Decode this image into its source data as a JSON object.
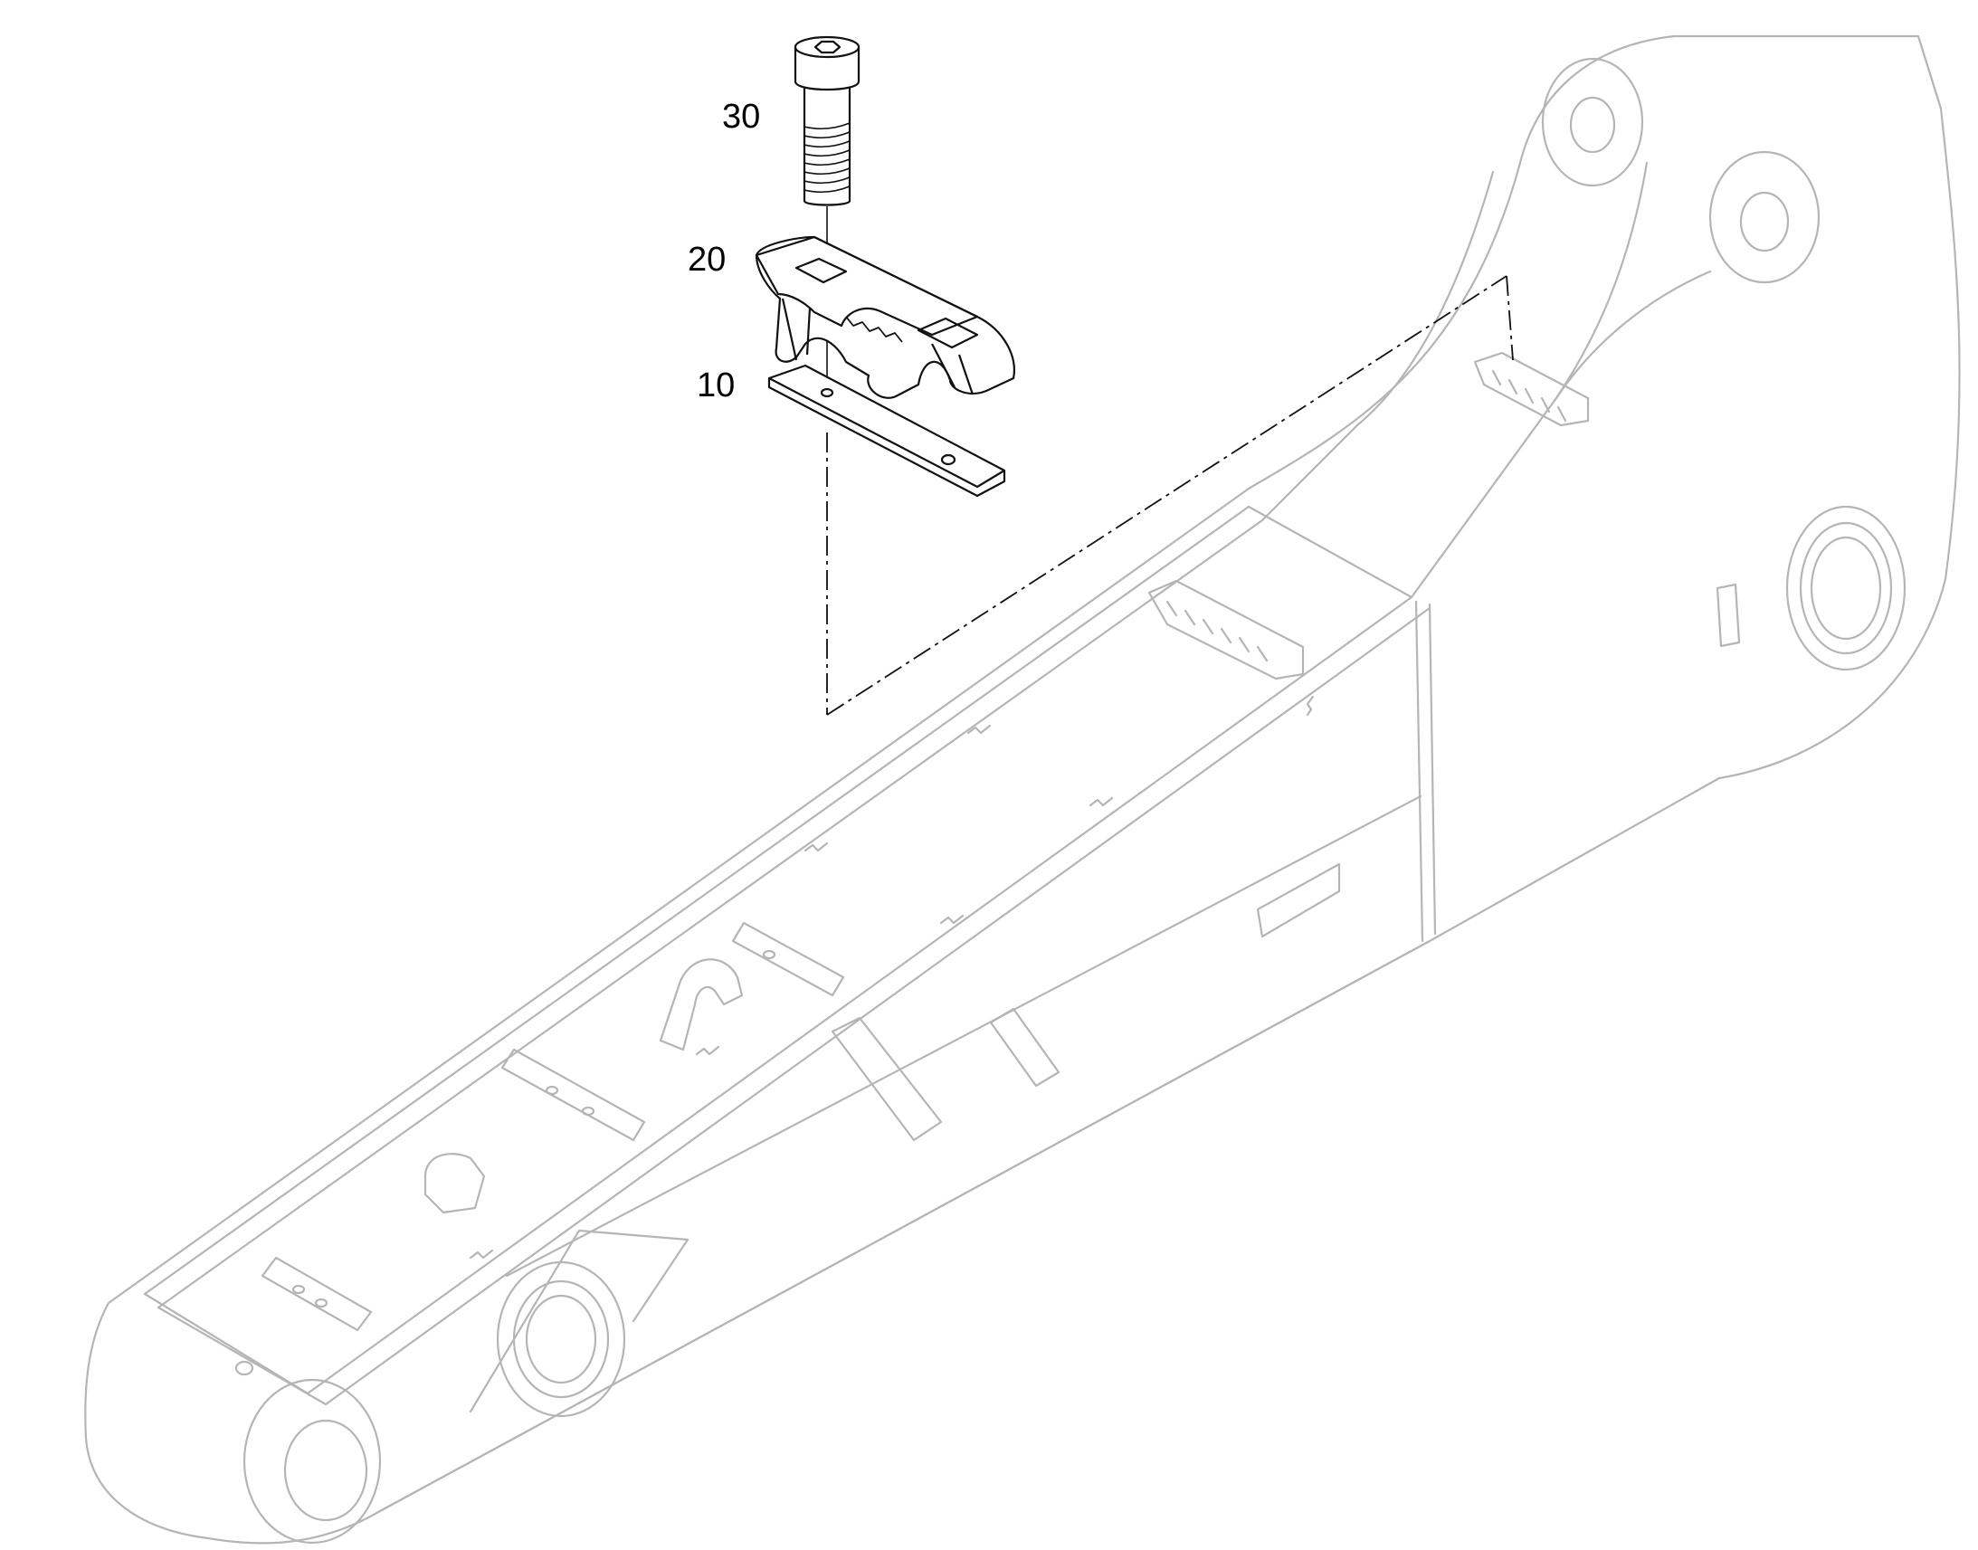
{
  "diagram": {
    "callouts": [
      {
        "id": "30",
        "text": "30",
        "part": "cap-screw"
      },
      {
        "id": "20",
        "text": "20",
        "part": "pipe-clamp"
      },
      {
        "id": "10",
        "text": "10",
        "part": "base-plate"
      }
    ],
    "colors": {
      "main_line": "#111111",
      "boom_line": "#b5b5b5",
      "background": "#ffffff"
    }
  }
}
